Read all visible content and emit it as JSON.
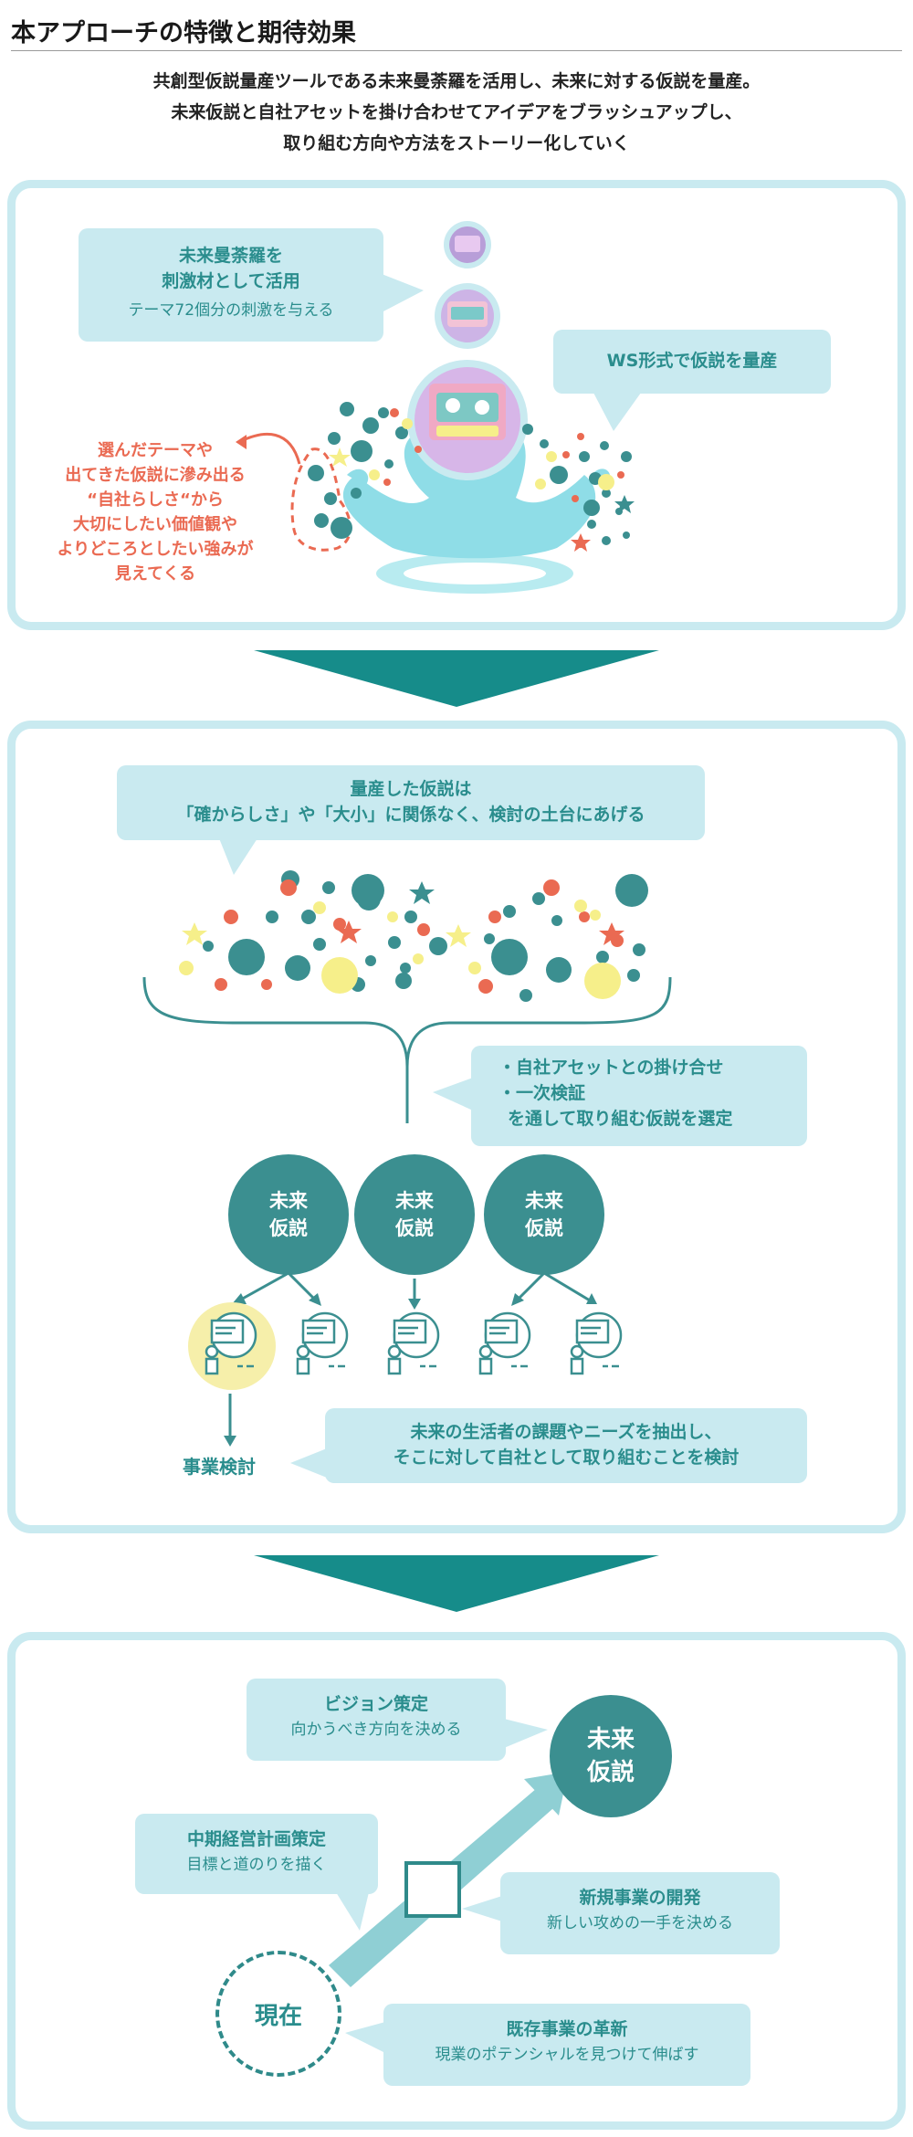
{
  "header": {
    "title": "本アプローチの特徴と期待効果",
    "intro": [
      "共創型仮説量産ツールである未来曼荼羅を活用し、未来に対する仮説を量産。",
      "未来仮説と自社アセットを掛け合わせてアイデアをブラッシュアップし、",
      "取り組む方向や方法をストーリー化していく"
    ]
  },
  "panel1": {
    "bubble_mandala": {
      "line1": "未来曼荼羅を",
      "line2": "刺激材として活用",
      "sub": "テーマ72個分の刺激を与える"
    },
    "bubble_ws": {
      "line1": "WS形式で仮説を量産"
    },
    "note": [
      "選んだテーマや",
      "出てきた仮説に滲み出る",
      "“自社らしさ“から",
      "大切にしたい価値観や",
      "よりどころとしたい強みが",
      "見えてくる"
    ]
  },
  "panel2": {
    "bubble_top": {
      "line1": "量産した仮説は",
      "line2": "「確からしさ」や「大小」に関係なく、検討の土台にあげる"
    },
    "bubble_select": {
      "line1": "・自社アセットとの掛け合せ",
      "line2": "・一次検証",
      "line3": "を通して取り組む仮説を選定"
    },
    "circles": [
      {
        "line1": "未来",
        "line2": "仮説"
      },
      {
        "line1": "未来",
        "line2": "仮説"
      },
      {
        "line1": "未来",
        "line2": "仮説"
      }
    ],
    "study_label": "事業検討",
    "bubble_bottom": {
      "line1": "未来の生活者の課題やニーズを抽出し、",
      "line2": "そこに対して自社として取り組むことを検討"
    }
  },
  "panel3": {
    "vision": {
      "title": "ビジョン策定",
      "sub": "向かうべき方向を決める"
    },
    "mid_plan": {
      "title": "中期経営計画策定",
      "sub": "目標と道のりを描く"
    },
    "new_biz": {
      "title": "新規事業の開発",
      "sub": "新しい攻めの一手を決める"
    },
    "existing": {
      "title": "既存事業の革新",
      "sub": "現業のポテンシャルを見つけて伸ばす"
    },
    "future_circle": {
      "line1": "未来",
      "line2": "仮説"
    },
    "current": "現在"
  },
  "colors": {
    "teal": "#3b8f90",
    "teal_dark": "#168c8a",
    "light_blue": "#c9eaf0",
    "coral": "#ea6a52",
    "yellow": "#f6ef8a",
    "splash": "#8fdde7"
  }
}
